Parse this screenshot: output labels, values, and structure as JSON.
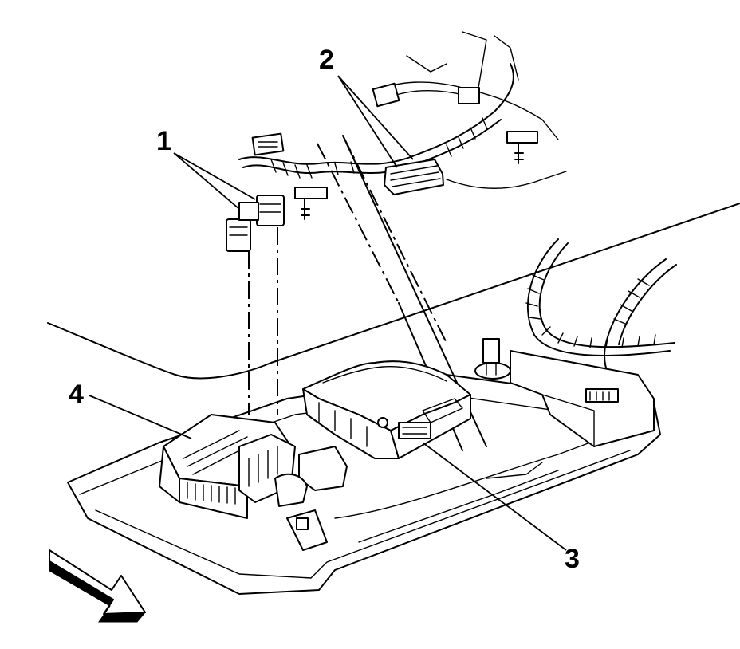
{
  "callouts": [
    {
      "id": "1",
      "label": "1"
    },
    {
      "id": "2",
      "label": "2"
    },
    {
      "id": "3",
      "label": "3"
    },
    {
      "id": "4",
      "label": "4"
    }
  ],
  "icons": {
    "direction_arrow": "front-direction-arrow-icon"
  }
}
